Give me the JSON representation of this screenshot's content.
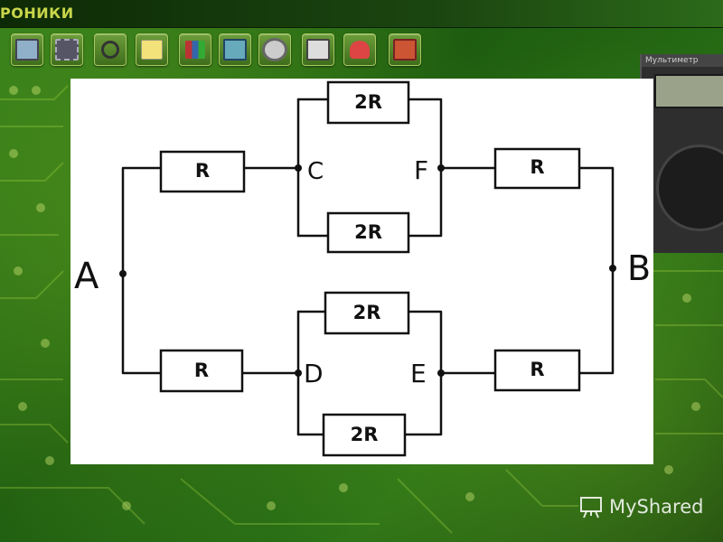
{
  "window": {
    "app_title": "РОНИКИ"
  },
  "toolbar": {
    "buttons": [
      {
        "icon": "monitor-icon"
      },
      {
        "icon": "chip-board-icon"
      },
      {
        "icon": "magnifier-icon"
      },
      {
        "icon": "note-icon"
      },
      {
        "icon": "books-icon"
      },
      {
        "icon": "circuit-icon"
      },
      {
        "icon": "disk-icon"
      },
      {
        "icon": "calculator-icon"
      },
      {
        "icon": "person-icon"
      },
      {
        "icon": "cabinet-icon"
      }
    ]
  },
  "multimeter": {
    "title": "Мультиметр"
  },
  "circuit": {
    "nodes": {
      "A": "A",
      "B": "B",
      "C": "C",
      "D": "D",
      "E": "E",
      "F": "F"
    },
    "resistors": {
      "r_ac": "R",
      "r_fb": "R",
      "r_ad": "R",
      "r_eb": "R",
      "r_cf_top": "2R",
      "r_cf_bottom": "2R",
      "r_de_top": "2R",
      "r_de_bottom": "2R"
    }
  },
  "watermark": {
    "text": "MyShared"
  },
  "colors": {
    "pcb_green": "#2f7a1a",
    "banner_title": "#c8d64a",
    "canvas": "#ffffff",
    "ink": "#111111"
  }
}
